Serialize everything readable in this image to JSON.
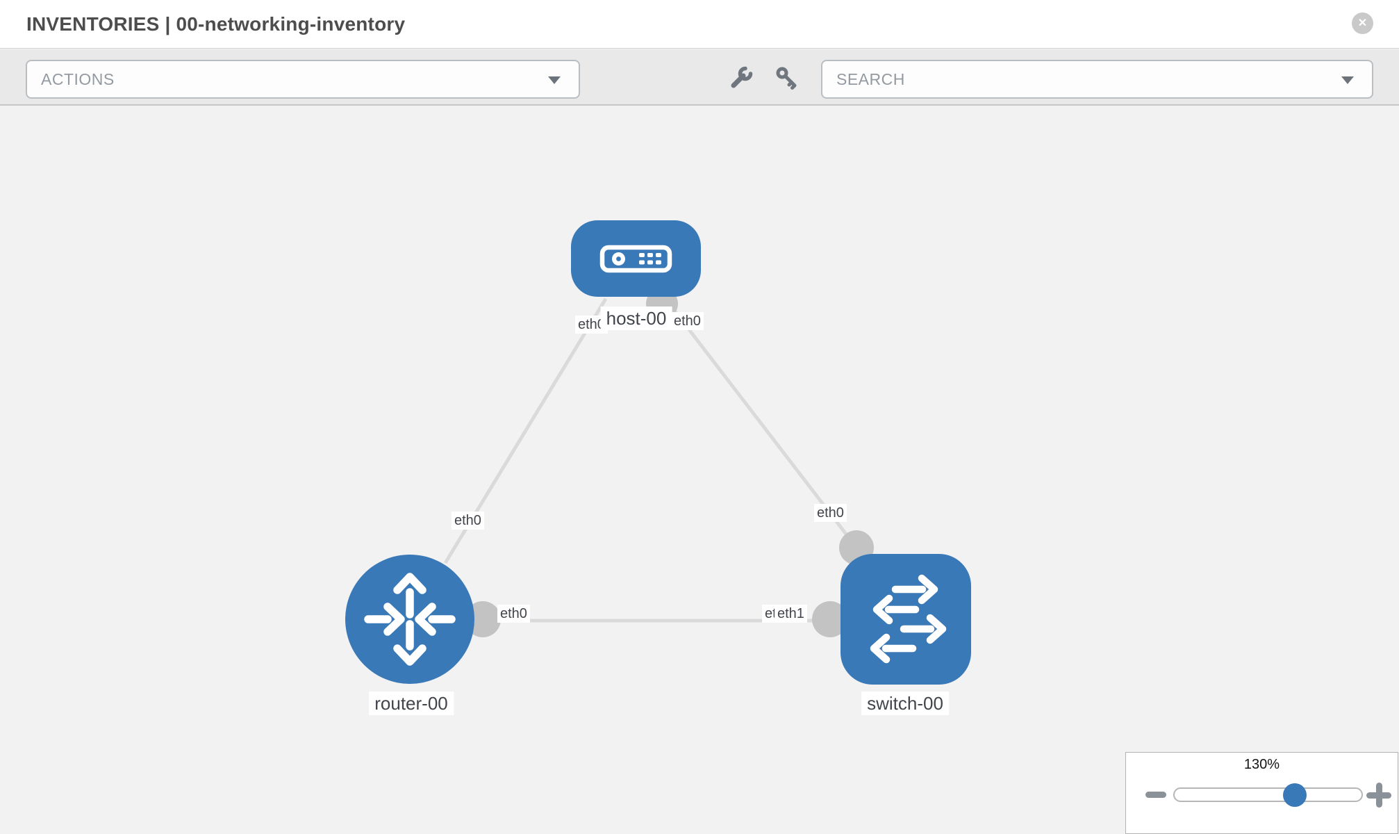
{
  "window": {
    "title": "INVENTORIES | 00-networking-inventory",
    "close_glyph": "✕"
  },
  "toolbar": {
    "actions_label": "ACTIONS",
    "search_label": "SEARCH",
    "tool_icons": [
      "wrench-icon",
      "key-icon"
    ]
  },
  "diagram": {
    "nodes": [
      {
        "id": "host-00",
        "type": "host",
        "label": "host-00"
      },
      {
        "id": "router-00",
        "type": "router",
        "label": "router-00"
      },
      {
        "id": "switch-00",
        "type": "switch",
        "label": "switch-00"
      }
    ],
    "links": [
      {
        "source": "host-00",
        "source_interface": "eth0",
        "target": "router-00",
        "target_interface": "eth0"
      },
      {
        "source": "host-00",
        "source_interface": "eth0",
        "target": "switch-00",
        "target_interface": "eth0"
      },
      {
        "source": "router-00",
        "source_interface": "eth0",
        "target": "switch-00",
        "target_interface": "eth1"
      }
    ],
    "occluded_interface_label": "eth0"
  },
  "zoom_control": {
    "level": "130%"
  },
  "colors": {
    "node_blue": "#3a79b7",
    "edge_gray": "#dadada",
    "port_gray": "#c3c3c3",
    "canvas_bg": "#f2f2f2",
    "toolbar_bg": "#e9e9e9"
  }
}
